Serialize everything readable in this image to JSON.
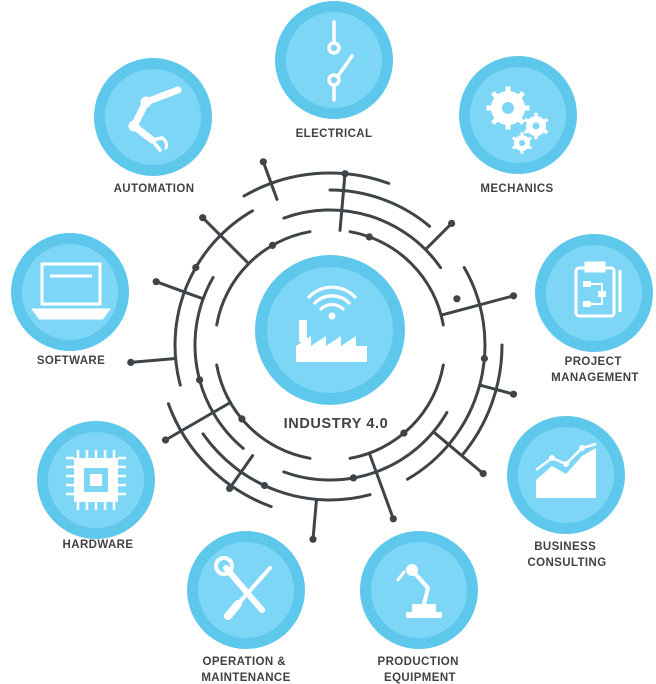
{
  "colors": {
    "outer_ring": "#5ec7ec",
    "inner_fill": "#7ed6f6",
    "icon": "#ffffff",
    "circuit": "#3e4448",
    "text": "#3f4347"
  },
  "center": {
    "label": "INDUSTRY 4.0",
    "icon": "smart-factory-icon"
  },
  "nodes": [
    {
      "id": "electrical",
      "lines": [
        "ELECTRICAL"
      ],
      "icon": "switch-icon"
    },
    {
      "id": "mechanics",
      "lines": [
        "MECHANICS"
      ],
      "icon": "gears-icon"
    },
    {
      "id": "project-management",
      "lines": [
        "PROJECT",
        "MANAGEMENT"
      ],
      "icon": "clipboard-flowchart-icon"
    },
    {
      "id": "business-consulting",
      "lines": [
        "BUSINESS",
        "CONSULTING"
      ],
      "icon": "growth-chart-icon"
    },
    {
      "id": "production-equipment",
      "lines": [
        "PRODUCTION",
        "EQUIPMENT"
      ],
      "icon": "robot-arm-icon"
    },
    {
      "id": "operation-maintenance",
      "lines": [
        "OPERATION &",
        "MAINTENANCE"
      ],
      "icon": "wrench-screwdriver-icon"
    },
    {
      "id": "hardware",
      "lines": [
        "HARDWARE"
      ],
      "icon": "microchip-icon"
    },
    {
      "id": "software",
      "lines": [
        "SOFTWARE"
      ],
      "icon": "laptop-icon"
    },
    {
      "id": "automation",
      "lines": [
        "AUTOMATION"
      ],
      "icon": "industrial-robot-icon"
    }
  ]
}
